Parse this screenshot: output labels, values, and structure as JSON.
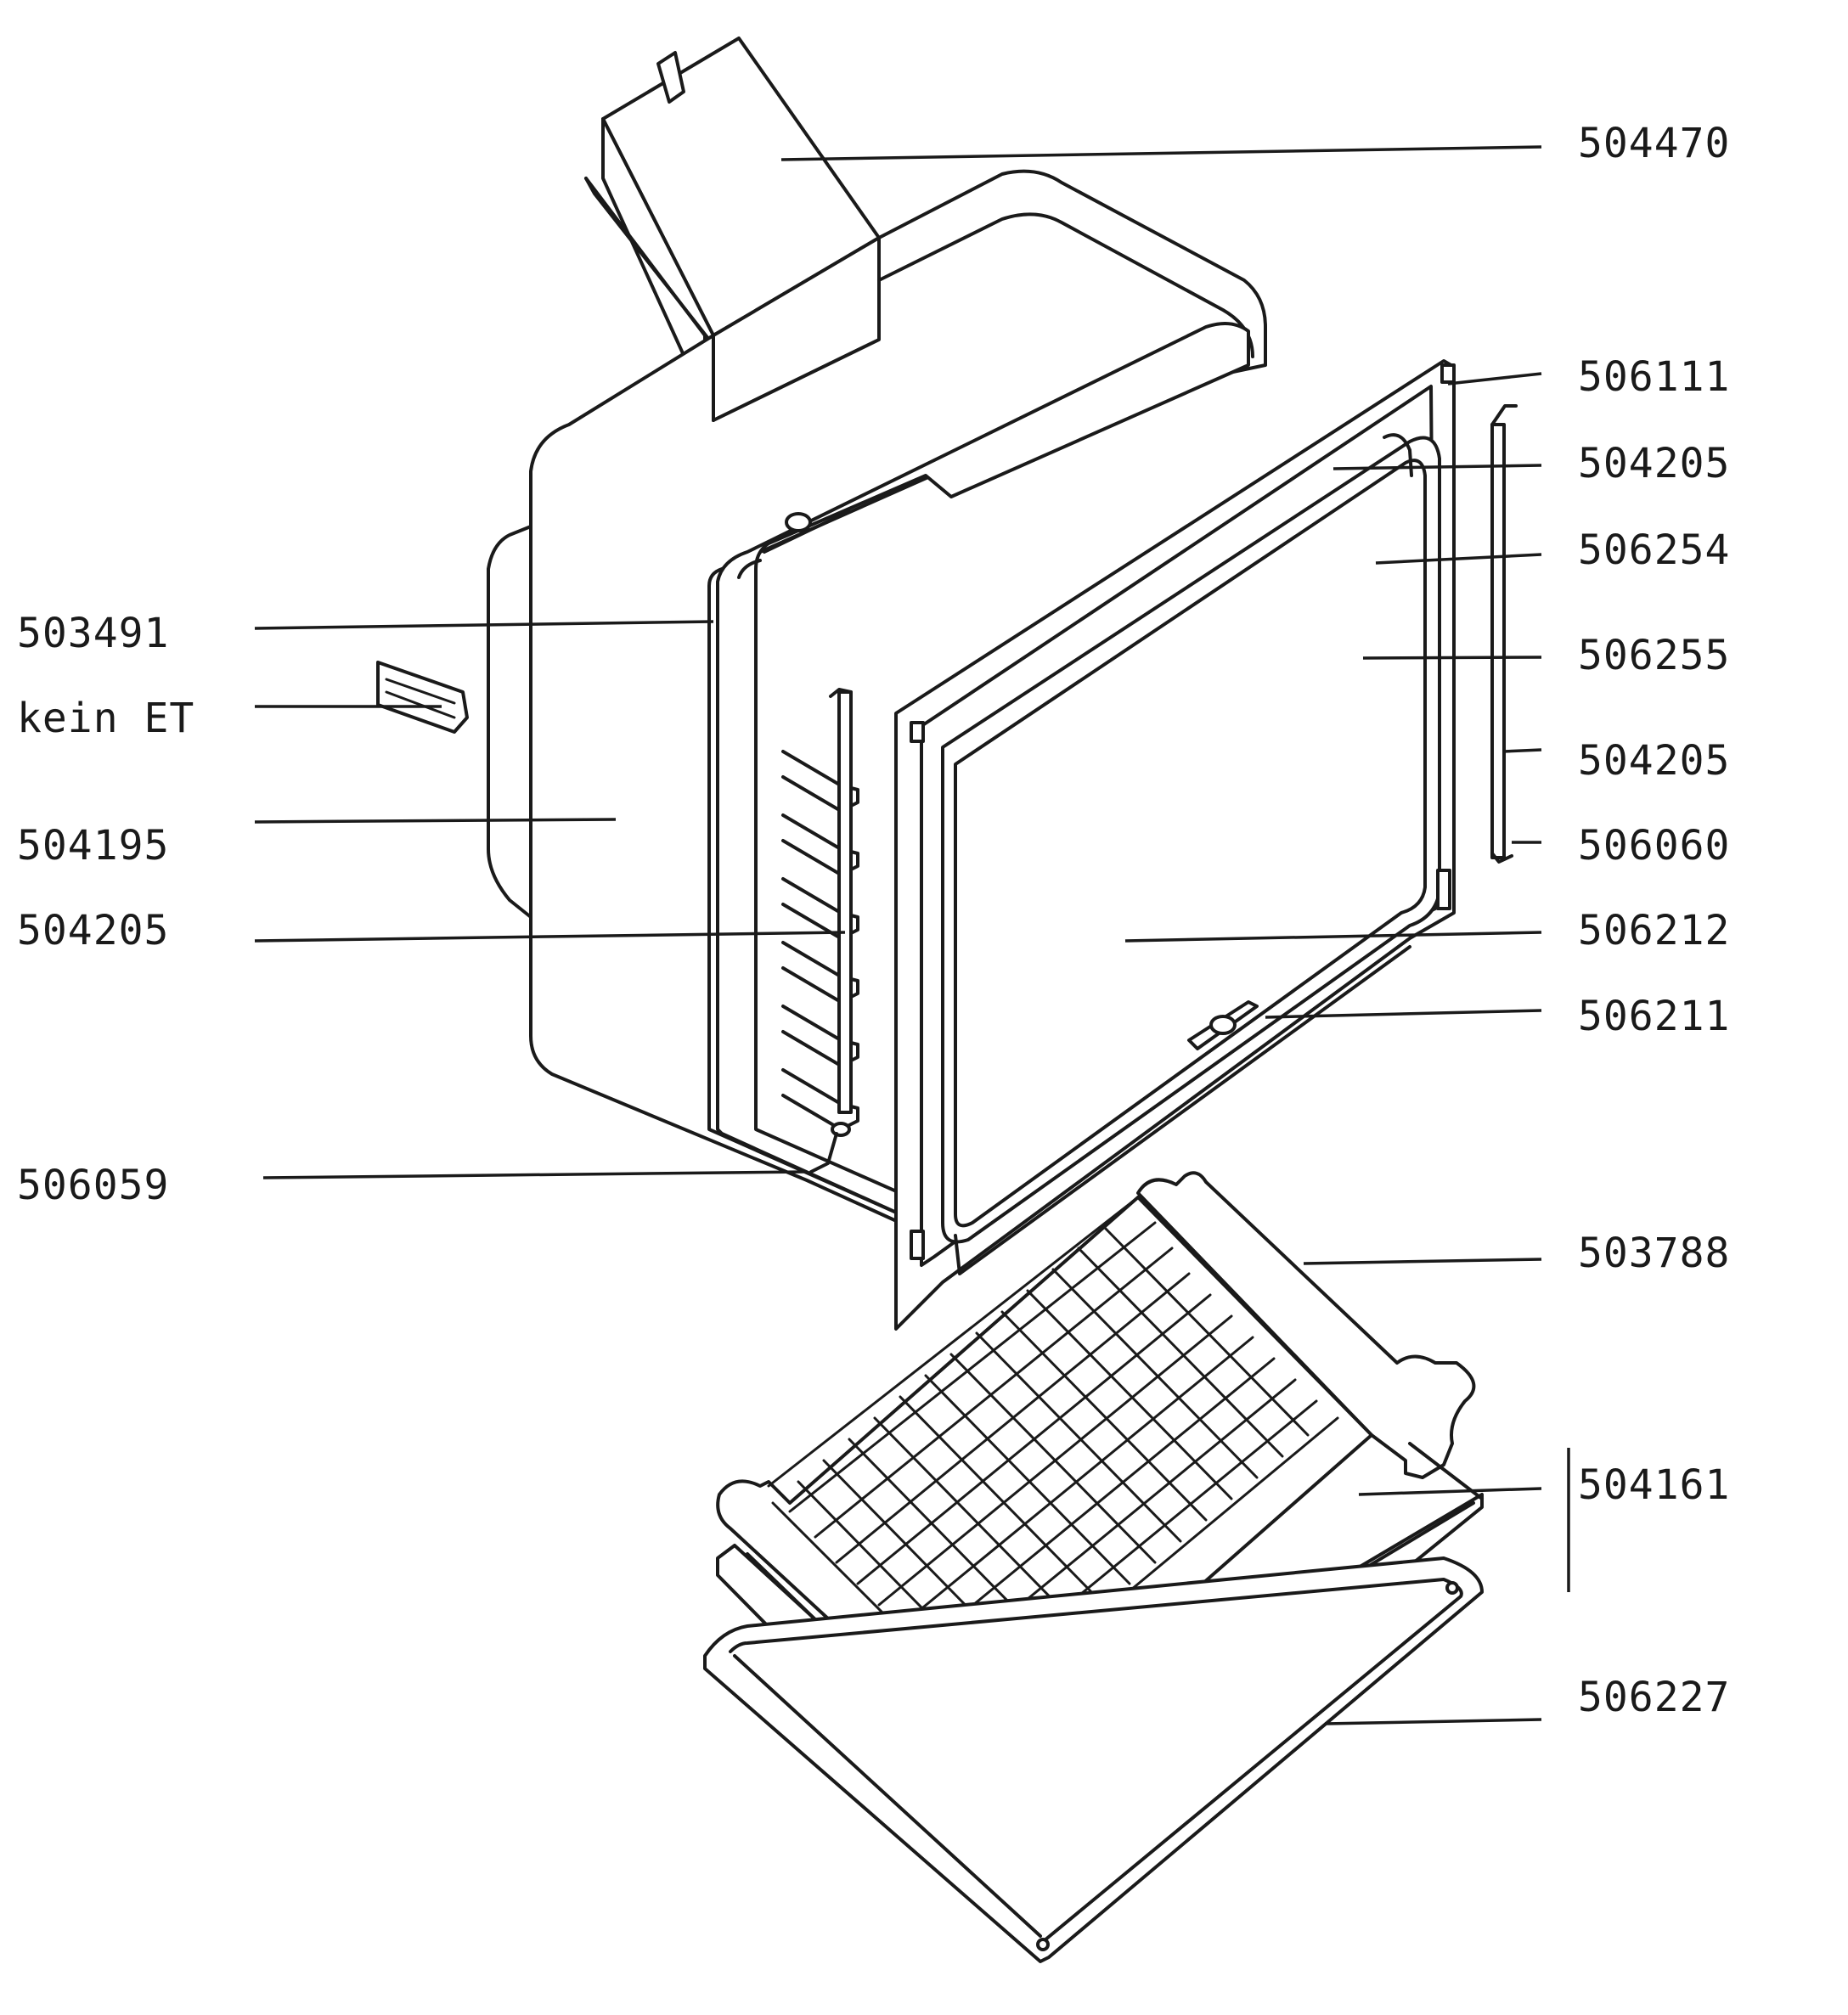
{
  "labels": {
    "top_duct": "504470",
    "front_frame_top": "506111",
    "right_guide_top": "504205",
    "upper_heater": "506254",
    "lamp": "506255",
    "right_guide": "504205",
    "right_clip": "506060",
    "bottom_plate": "506212",
    "bottom_seal": "506211",
    "rack": "503788",
    "tray": "504161",
    "baking_sheet": "506227",
    "front_seal": "503491",
    "no_spare_part": "kein ET",
    "housing": "504195",
    "left_guide": "504205",
    "left_clip": "506059"
  }
}
